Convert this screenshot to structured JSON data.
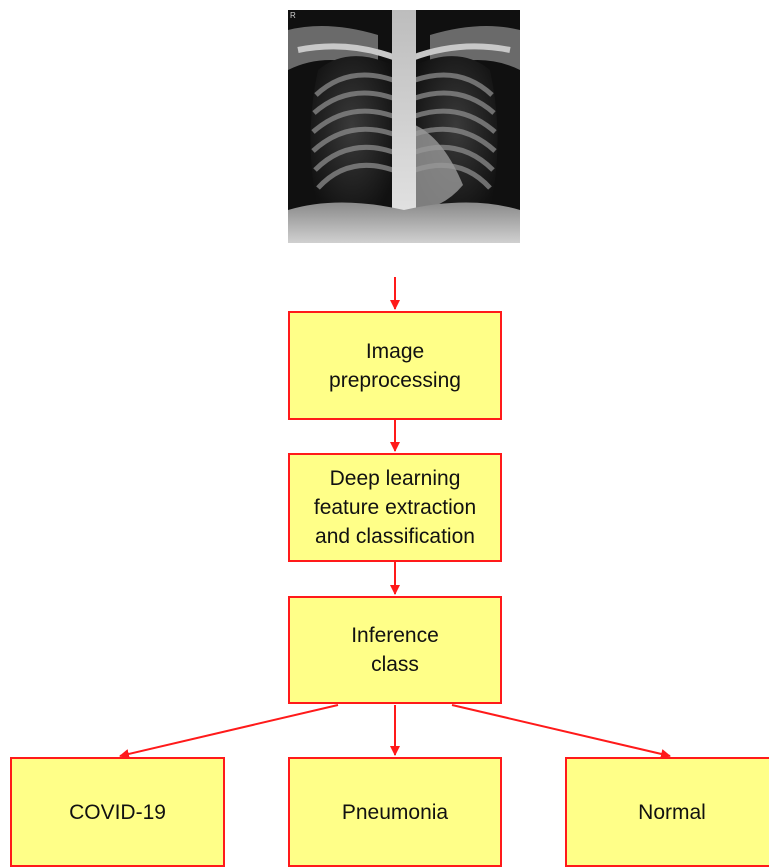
{
  "xray": {
    "marker": "R"
  },
  "nodes": {
    "preprocess": "Image\npreprocessing",
    "deep": "Deep learning\nfeature extraction\nand classification",
    "inference": "Inference\nclass",
    "covid": "COVID-19",
    "pneumonia": "Pneumonia",
    "normal": "Normal"
  },
  "colors": {
    "box_fill": "#ffff88",
    "box_border": "#ff1a1a",
    "arrow": "#ff1a1a"
  }
}
